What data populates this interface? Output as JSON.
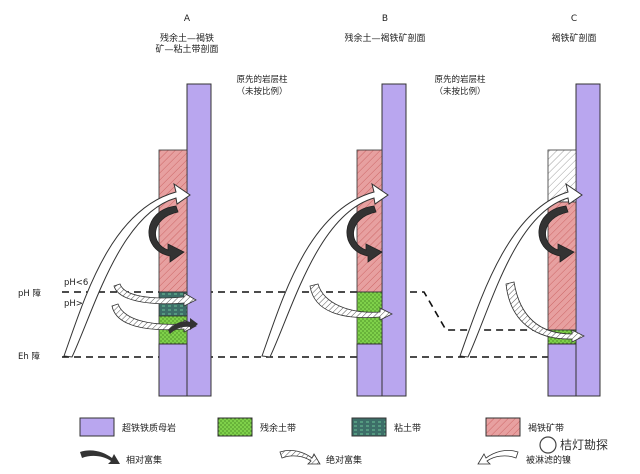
{
  "columns": [
    {
      "letter": "A",
      "title_line1": "残余土—褐铁",
      "title_line2": "矿—粘土带剖面"
    },
    {
      "letter": "B",
      "title_line1": "残余土—褐铁矿剖面",
      "title_line2": ""
    },
    {
      "letter": "C",
      "title_line1": "褐铁矿剖面",
      "title_line2": ""
    }
  ],
  "column_note": {
    "line1": "原先的岩层柱",
    "line2": "（未按比例）"
  },
  "barriers": {
    "ph": "pH 障",
    "eh": "Eh 障",
    "ph_lt": "pH<6",
    "ph_gt": "pH>6"
  },
  "legend": [
    {
      "key": "ultramafic",
      "label": "超铁铁质母岩"
    },
    {
      "key": "saprolite",
      "label": "残余土带"
    },
    {
      "key": "clay",
      "label": "粘土带"
    },
    {
      "key": "limonite",
      "label": "褐铁矿带"
    }
  ],
  "arrow_legend": [
    {
      "key": "relative",
      "label": "相对富集"
    },
    {
      "key": "absolute",
      "label": "绝对富集"
    },
    {
      "key": "leached",
      "label": "被淋滤的镍"
    }
  ],
  "watermark": "桔灯勘探",
  "colors": {
    "ultramafic": "#b9a6ef",
    "saprolite": "#7fd14a",
    "clay": "#3d6e68",
    "limonite": "#e7a0a0"
  }
}
